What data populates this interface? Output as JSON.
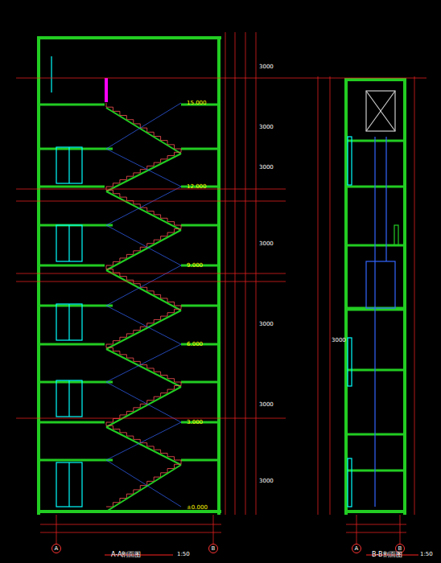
{
  "diagram": {
    "nodes": [
      {
        "text": [
          "A"
        ]
      },
      {
        "text": [
          "B"
        ]
      },
      {
        "text": [
          "A"
        ]
      },
      {
        "text": [
          "B"
        ]
      }
    ],
    "labels": [
      "A-A剖面图",
      "1:50",
      "B-B剖面图",
      "1:50",
      "±0.000",
      "3.000",
      "6.000",
      "9.000",
      "12.000",
      "15.000",
      "3000",
      "3000",
      "3000",
      "3000",
      "3000",
      "3000",
      "3000",
      "3000"
    ]
  }
}
